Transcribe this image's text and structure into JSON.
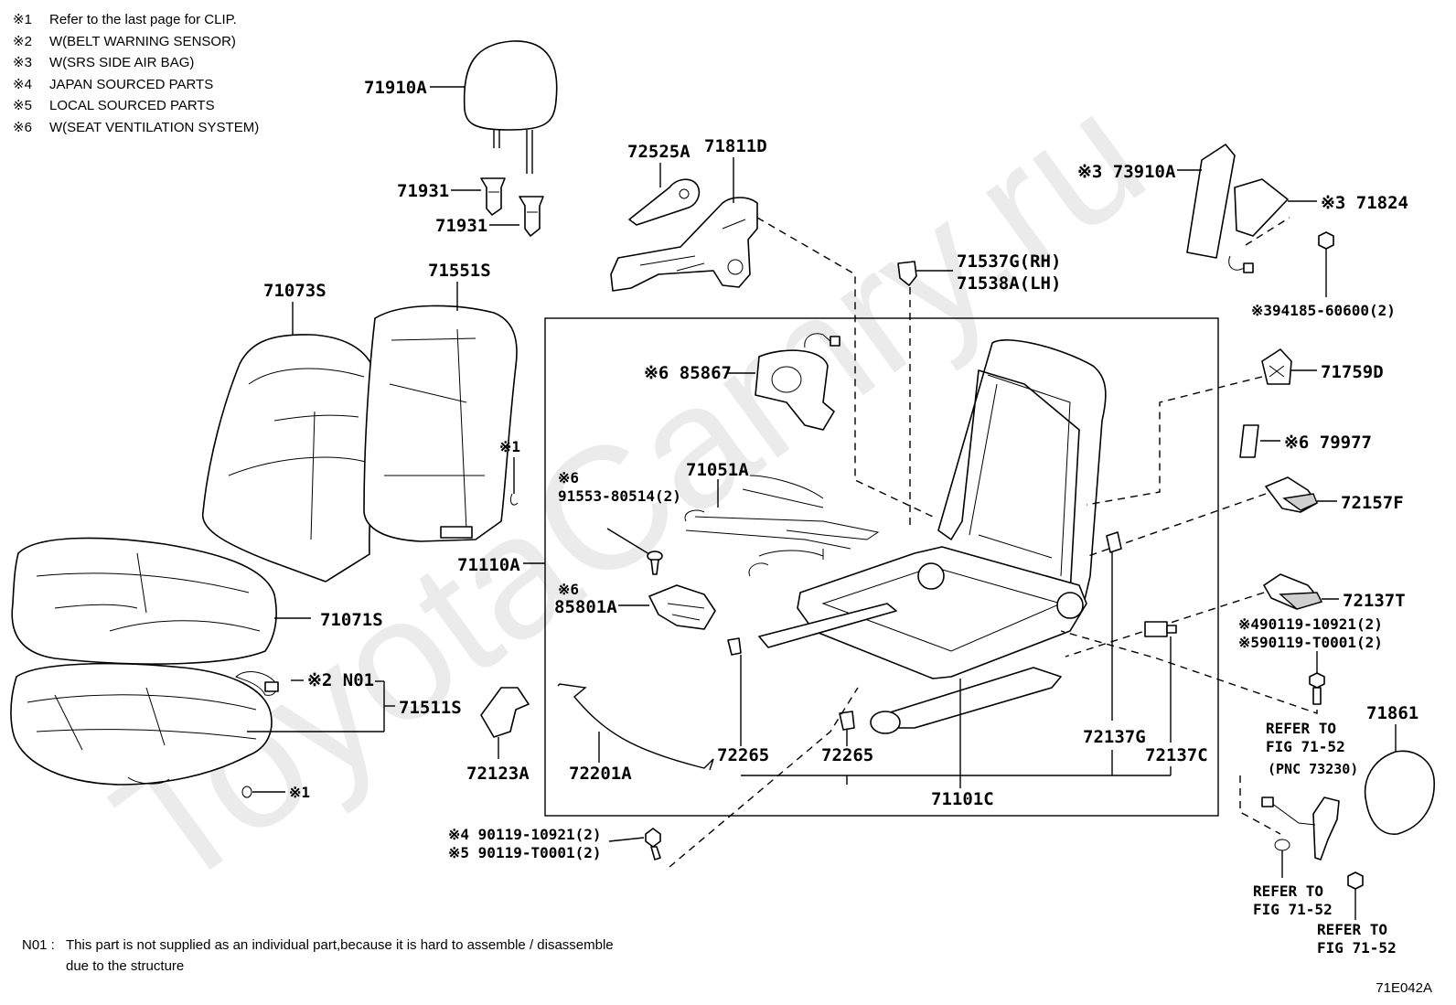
{
  "notes": [
    {
      "mark": "※1",
      "text": "Refer to the last page for CLIP."
    },
    {
      "mark": "※2",
      "text": "W(BELT WARNING SENSOR)"
    },
    {
      "mark": "※3",
      "text": "W(SRS SIDE AIR BAG)"
    },
    {
      "mark": "※4",
      "text": "JAPAN SOURCED PARTS"
    },
    {
      "mark": "※5",
      "text": "LOCAL SOURCED PARTS"
    },
    {
      "mark": "※6",
      "text": "W(SEAT VENTILATION SYSTEM)"
    }
  ],
  "footer_note": {
    "code": "N01 :",
    "line1": "This part is not supplied as an individual part,because it is hard to assemble / disassemble",
    "line2": "due to the structure"
  },
  "figure_code": "71E042A",
  "watermark": "ToyotaCamry.ru",
  "labels": {
    "p71910A": "71910A",
    "p71931a": "71931",
    "p71931b": "71931",
    "p72525A": "72525A",
    "p71811D": "71811D",
    "p73910A": "※3 73910A",
    "p71824": "※3 71824",
    "p71537G": "71537G(RH)",
    "p71538A": "71538A(LH)",
    "p394185": "※394185-60600(2)",
    "p71073S": "71073S",
    "p71551S": "71551S",
    "p85867": "※6 85867",
    "p71759D": "71759D",
    "p79977": "※6 79977",
    "clip1a": "※1",
    "p91553_mark": "※6",
    "p91553": "91553-80514(2)",
    "p71051A": "71051A",
    "p72157F": "72157F",
    "p71110A": "71110A",
    "p85801A_mark": "※6",
    "p85801A": "85801A",
    "p72137T": "72137T",
    "p71071S": "71071S",
    "p90119a1": "※490119-10921(2)",
    "p90119a2": "※590119-T0001(2)",
    "pN01": "※2 N01",
    "p71511S": "71511S",
    "p71861": "71861",
    "refer1a": "REFER TO",
    "refer1b": "FIG 71-52",
    "refer1c": "(PNC 73230)",
    "p72137G": "72137G",
    "p72137C": "72137C",
    "p72123A": "72123A",
    "p72201A": "72201A",
    "p72265a": "72265",
    "p72265b": "72265",
    "p71101C": "71101C",
    "clip1b": "※1",
    "p90119b1": "※4 90119-10921(2)",
    "p90119b2": "※5 90119-T0001(2)",
    "refer2a": "REFER TO",
    "refer2b": "FIG 71-52",
    "refer3a": "REFER TO",
    "refer3b": "FIG 71-52"
  }
}
